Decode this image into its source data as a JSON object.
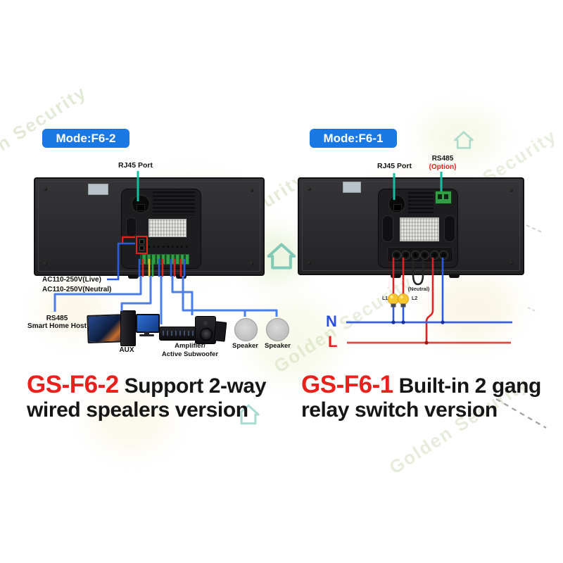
{
  "watermark": {
    "brand": "Golden Security"
  },
  "colors": {
    "badge_blue": "#1a78e4",
    "pointer_teal": "#12bfa2",
    "wire_blue": "#4a7de8",
    "wire_red": "#e8433a",
    "wire_yellow": "#f0c020",
    "terminal_green": "#2f9e44",
    "caption_red": "#e8211d",
    "neutral_line_blue": "#3a5fe0",
    "live_line_red": "#e8433a",
    "bulb_yellow": "#f6c62e"
  },
  "left": {
    "mode_badge": "Mode:F6-2",
    "rj45_label": "RJ45 Port",
    "ac_live_label": "AC110-250V(Live)",
    "ac_neutral_label": "AC110-250V(Neutral)",
    "rs485_label_line1": "RS485",
    "rs485_label_line2": "Smart Home Host",
    "aux_label": "AUX",
    "amplifier_label_line1": "Amplifier/",
    "amplifier_label_line2": "Active Subwoofer",
    "speaker1_label": "Speaker",
    "speaker2_label": "Speaker",
    "caption_model": "GS-F6-2",
    "caption_text": "Support 2-way wired spealers version"
  },
  "right": {
    "mode_badge": "Mode:F6-1",
    "rj45_label": "RJ45 Port",
    "rs485_label": "RS485",
    "rs485_option_label": "(Option)",
    "neutral_label": "(Neutral)",
    "lamp1_label": "L1",
    "lamp2_label": "L2",
    "n_label": "N",
    "l_label": "L",
    "caption_model": "GS-F6-1",
    "caption_text": "Built-in 2 gang relay switch version"
  }
}
